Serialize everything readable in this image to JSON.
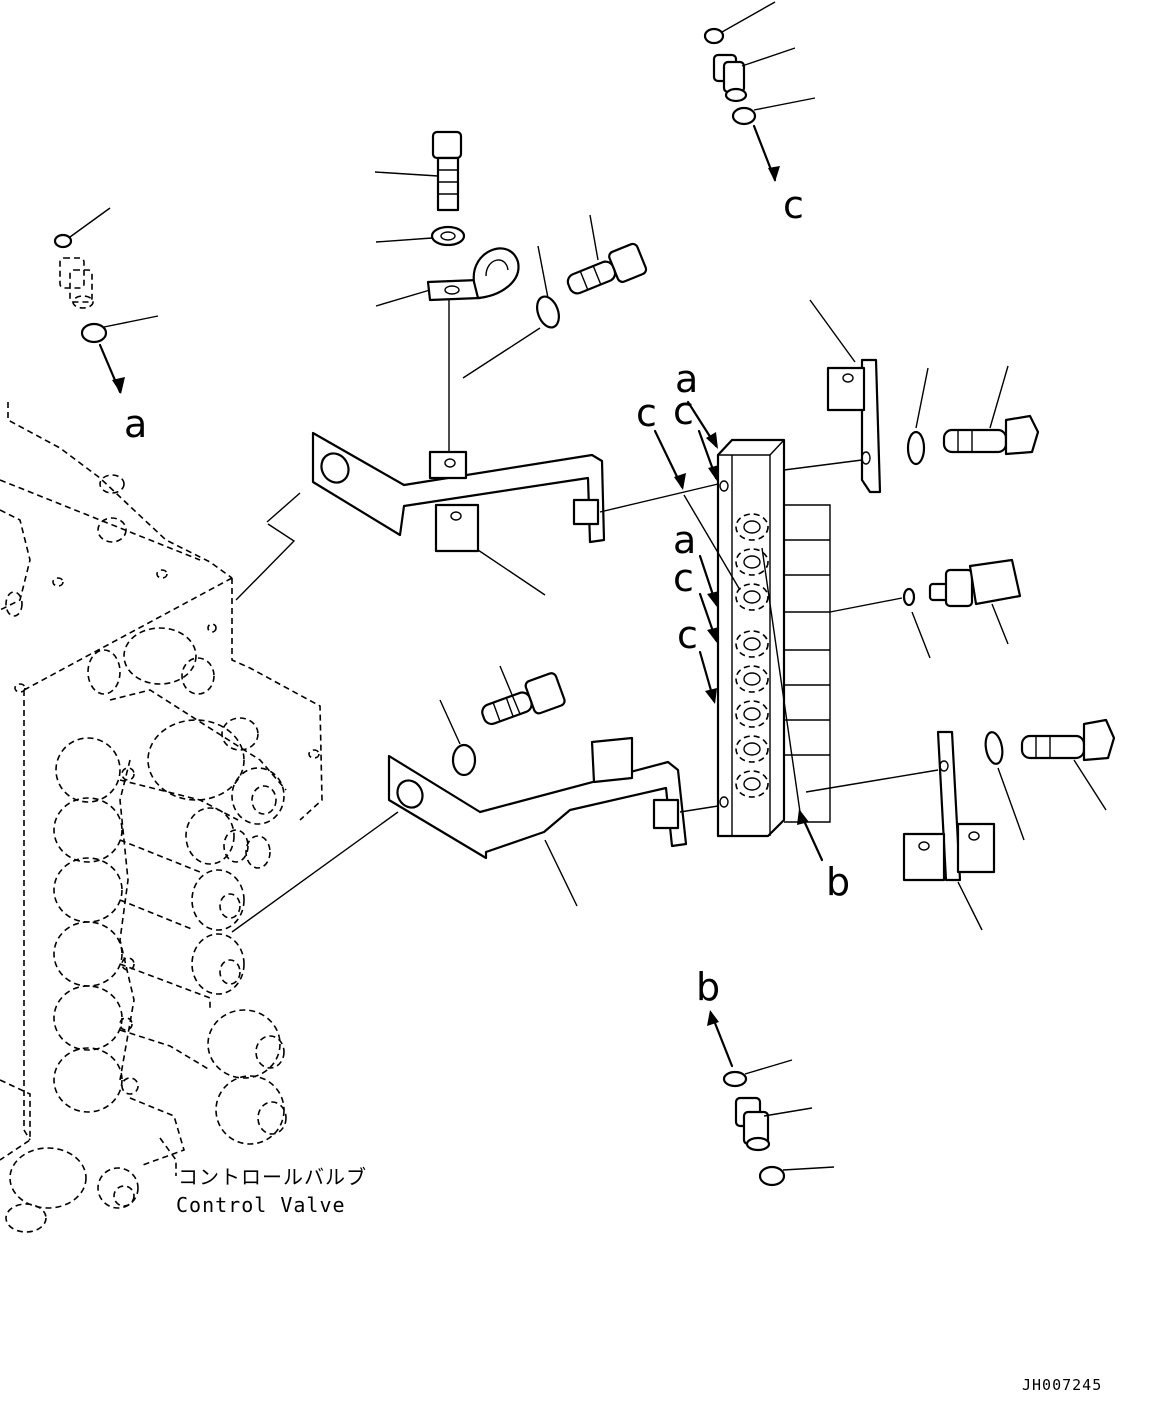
{
  "labels": {
    "c_top": "c",
    "a_left": "a",
    "a_block_top": "a",
    "c_block_1": "c",
    "c_block_2": "c",
    "a_block_mid": "a",
    "c_block_3": "c",
    "c_block_4": "c",
    "b_block": "b",
    "b_bottom": "b"
  },
  "caption": {
    "japanese": "コントロールバルブ",
    "english": "Control Valve"
  },
  "drawing_code": "JH007245"
}
